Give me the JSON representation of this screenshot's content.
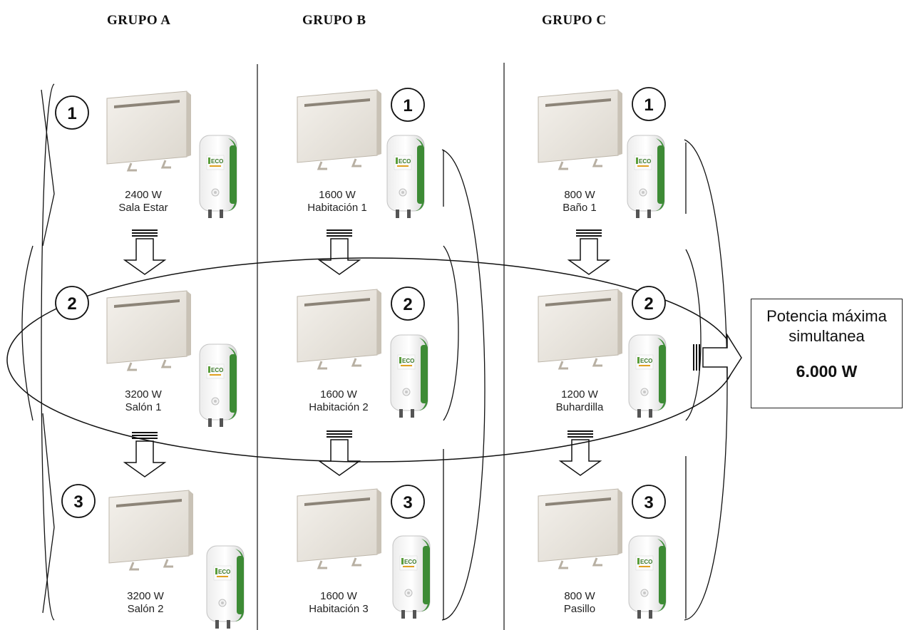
{
  "groups": [
    {
      "title": "GRUPO A",
      "items": [
        {
          "number": "1",
          "power": "2400 W",
          "room": "Sala Estar"
        },
        {
          "number": "2",
          "power": "3200 W",
          "room": "Salón 1"
        },
        {
          "number": "3",
          "power": "3200 W",
          "room": "Salón 2"
        }
      ]
    },
    {
      "title": "GRUPO B",
      "items": [
        {
          "number": "1",
          "power": "1600 W",
          "room": "Habitación 1"
        },
        {
          "number": "2",
          "power": "1600 W",
          "room": "Habitación 2"
        },
        {
          "number": "3",
          "power": "1600 W",
          "room": "Habitación 3"
        }
      ]
    },
    {
      "title": "GRUPO C",
      "items": [
        {
          "number": "1",
          "power": "800 W",
          "room": "Baño 1"
        },
        {
          "number": "2",
          "power": "1200 W",
          "room": "Buhardilla"
        },
        {
          "number": "3",
          "power": "800 W",
          "room": "Pasillo"
        }
      ]
    }
  ],
  "controller_label": "ECO",
  "result": {
    "line1": "Potencia máxima",
    "line2": "simultanea",
    "value": "6.000 W"
  }
}
